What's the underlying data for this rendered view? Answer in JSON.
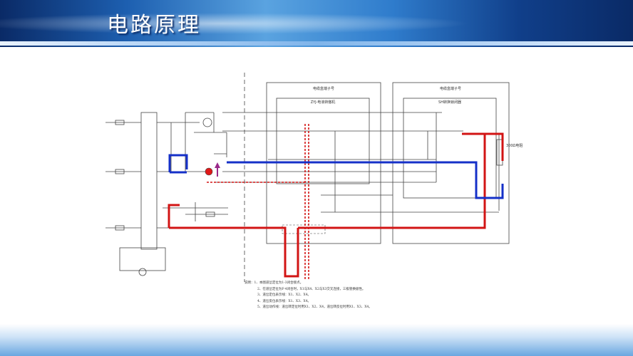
{
  "slide": {
    "title": "电路原理"
  },
  "diagram": {
    "boxes": {
      "cable_box_1": "电缆盒端子号",
      "cable_box_2": "电缆盒端子号",
      "motor_label": "ZYJ-电液转辙机",
      "switch_label": "SH转换锁闭器",
      "resistor_label": "300Ω电阻"
    },
    "notes": [
      "说明：1、本图道岔定位为1-3闭合接点。",
      "2、在道岔定位为F-4闭合时，X1与X4、X2与X3交叉连接，三极管换极性。",
      "3、道岔定位表示线：X1、X2、X4。",
      "4、道岔反位表示线：X1、X3、X4。",
      "5、道岔动作线：道岔转定位时用X1、X2、X4，道岔转反位时用X1、X3、X4。"
    ],
    "colors": {
      "line": "#444444",
      "red_path": "#d21414",
      "blue_path": "#1530c8",
      "arrow": "#9a2a8a"
    }
  }
}
